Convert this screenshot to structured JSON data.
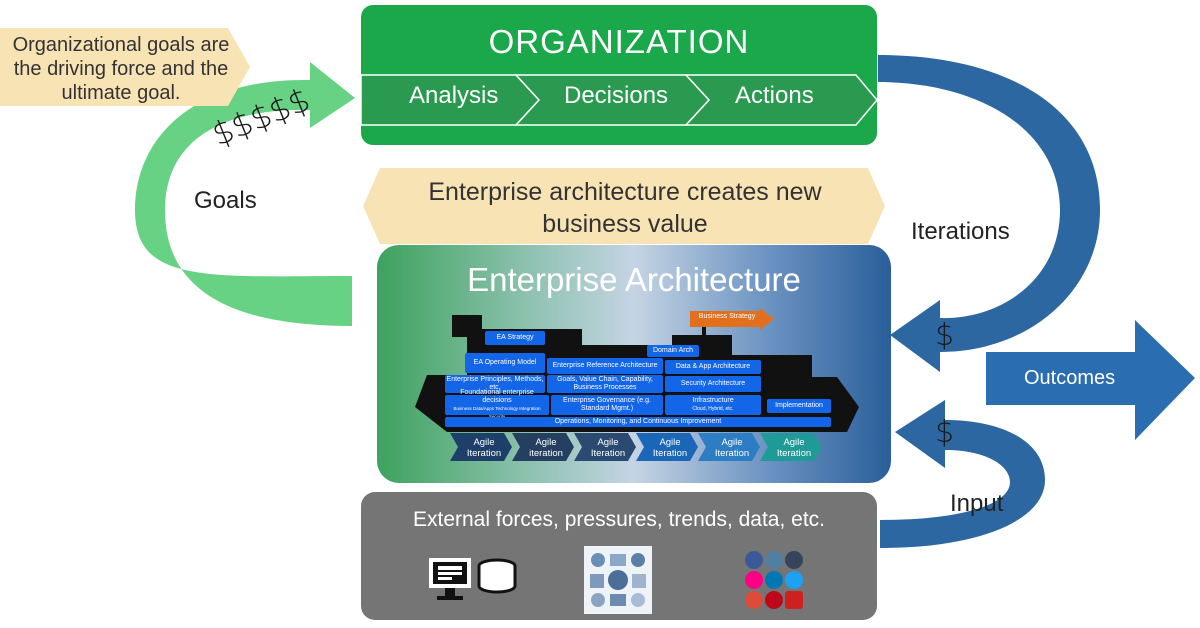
{
  "organization": {
    "title": "ORGANIZATION",
    "steps": [
      "Analysis",
      "Decisions",
      "Actions"
    ]
  },
  "goals_note": "Organizational goals are the driving force and the ultimate goal.",
  "goals_label": "Goals",
  "goals_dollars": "$$$$$",
  "value_banner": "Enterprise architecture creates new business value",
  "iterations_label": "Iterations",
  "input_label": "Input",
  "outcomes_label": "Outcomes",
  "dollar_sign": "$",
  "enterprise_architecture": {
    "title": "Enterprise Architecture",
    "business_strategy": "Business Strategy",
    "blocks": {
      "ea_strategy": "EA Strategy",
      "domain_arch": "Domain Arch",
      "ea_operating_model": "EA Operating Model",
      "enterprise_reference": "Enterprise Reference Architecture",
      "data_app": "Data & App Architecture",
      "principles": "Enterprise Principles, Methods, etc.",
      "goals_value_chain": "Goals, Value Chain, Capability, Business Processes",
      "security": "Security Architecture",
      "foundational": "Foundational enterprise decisions",
      "foundational_sub": "Business   Data/Apps   Technology   Integration   Security",
      "governance": "Enterprise Governance (e.g. Standard Mgmt.)",
      "infrastructure": "Infrastructure",
      "infrastructure_sub": "Cloud, Hybrid, etc.",
      "implementation": "Implementation",
      "operations": "Operations, Monitoring, and Continuous Improvement"
    },
    "iterations": [
      "Agile Iteration",
      "Agile iteration",
      "Agile Iteration",
      "Agile Iteration",
      "Agile Iteration",
      "Agile Iteration"
    ]
  },
  "external": {
    "title": "External forces, pressures, trends, data, etc.",
    "icons": [
      "monitor-database-icon",
      "technology-collage-icon",
      "social-media-icon"
    ]
  },
  "colors": {
    "green": "#1aa84b",
    "light_green": "#5fcf7d",
    "blue": "#2a6db0",
    "banner": "#f8e3b5",
    "gray": "#757575"
  }
}
